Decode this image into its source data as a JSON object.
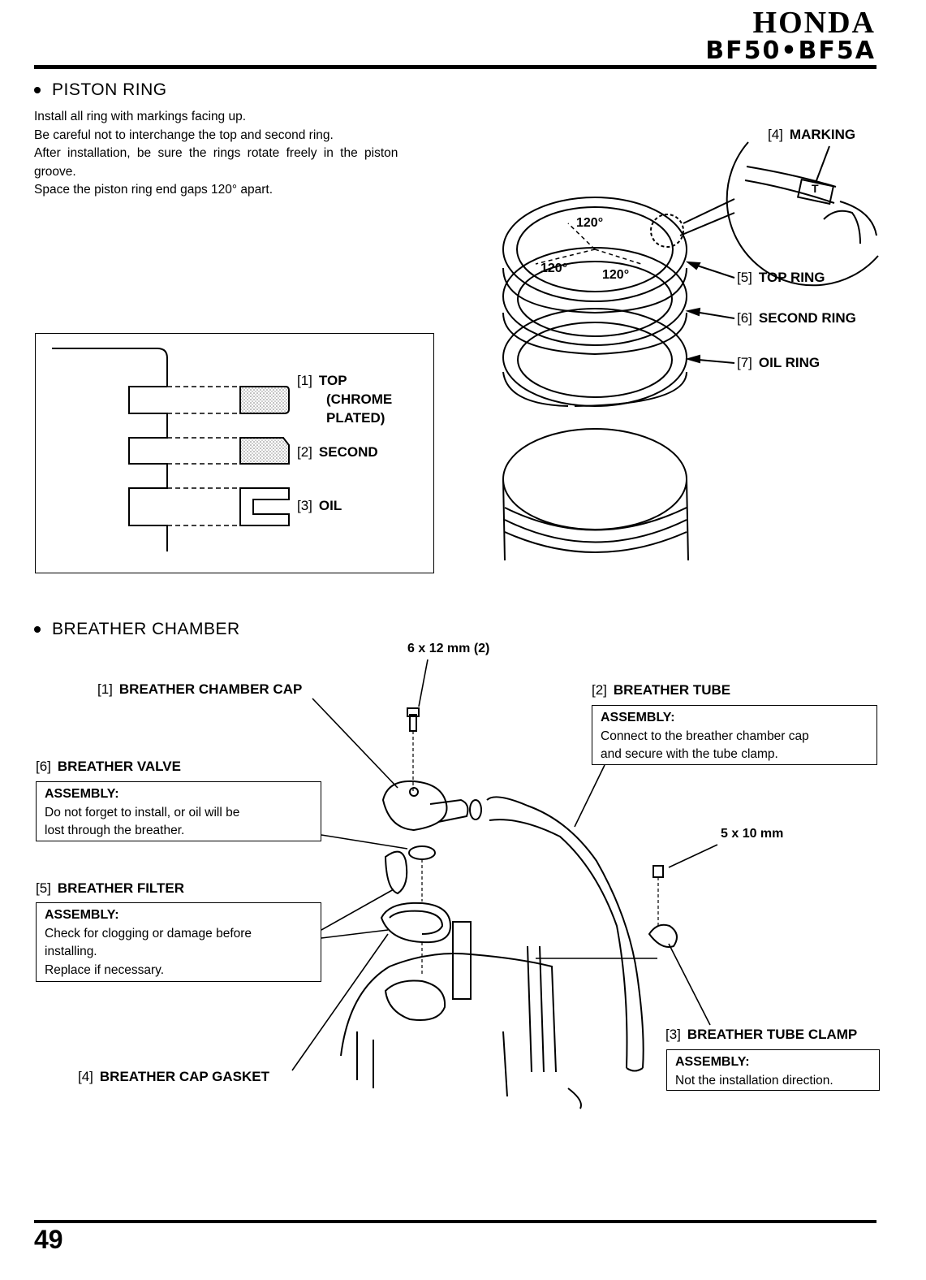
{
  "header": {
    "brand": "HONDA",
    "model": "BF50•BF5A"
  },
  "piston_ring": {
    "title": "PISTON RING",
    "instructions": [
      "Install all ring with markings facing up.",
      "Be careful not to interchange the top and second ring.",
      "After installation, be sure the rings rotate freely in the piston",
      "groove.",
      "Space the piston ring end gaps 120° apart."
    ],
    "cross_section_labels": {
      "top_num": "[1]",
      "top_line1": "TOP",
      "top_line2": "(CHROME",
      "top_line3": "PLATED)",
      "second_num": "[2]",
      "second": "SECOND",
      "oil_num": "[3]",
      "oil": "OIL"
    },
    "ring_labels": {
      "marking_num": "[4]",
      "marking": "MARKING",
      "top_ring_num": "[5]",
      "top_ring": "TOP RING",
      "second_ring_num": "[6]",
      "second_ring": "SECOND RING",
      "oil_ring_num": "[7]",
      "oil_ring": "OIL RING",
      "angle_1": "120°",
      "angle_2": "120°",
      "angle_3": "120°",
      "mark_letter": "T"
    }
  },
  "breather": {
    "title": "BREATHER CHAMBER",
    "bolt_top": "6 x 12 mm (2)",
    "bolt_side": "5 x 10 mm",
    "cap_num": "[1]",
    "cap": "BREATHER CHAMBER CAP",
    "tube_num": "[2]",
    "tube": "BREATHER TUBE",
    "tube_box_head": "ASSEMBLY:",
    "tube_box_line1": "Connect to the breather chamber cap",
    "tube_box_line2": "and secure with the tube clamp.",
    "valve_num": "[6]",
    "valve": "BREATHER VALVE",
    "valve_box_head": "ASSEMBLY:",
    "valve_box_line1": "Do not forget to install, or oil will be",
    "valve_box_line2": "lost through the breather.",
    "filter_num": "[5]",
    "filter": "BREATHER FILTER",
    "filter_box_head": "ASSEMBLY:",
    "filter_box_line1": "Check for clogging or damage before",
    "filter_box_line2": "installing.",
    "filter_box_line3": "Replace if necessary.",
    "gasket_num": "[4]",
    "gasket": "BREATHER CAP GASKET",
    "clamp_num": "[3]",
    "clamp": "BREATHER TUBE CLAMP",
    "clamp_box_head": "ASSEMBLY:",
    "clamp_box_line1": "Not the installation direction."
  },
  "footer": {
    "page_number": "49"
  }
}
